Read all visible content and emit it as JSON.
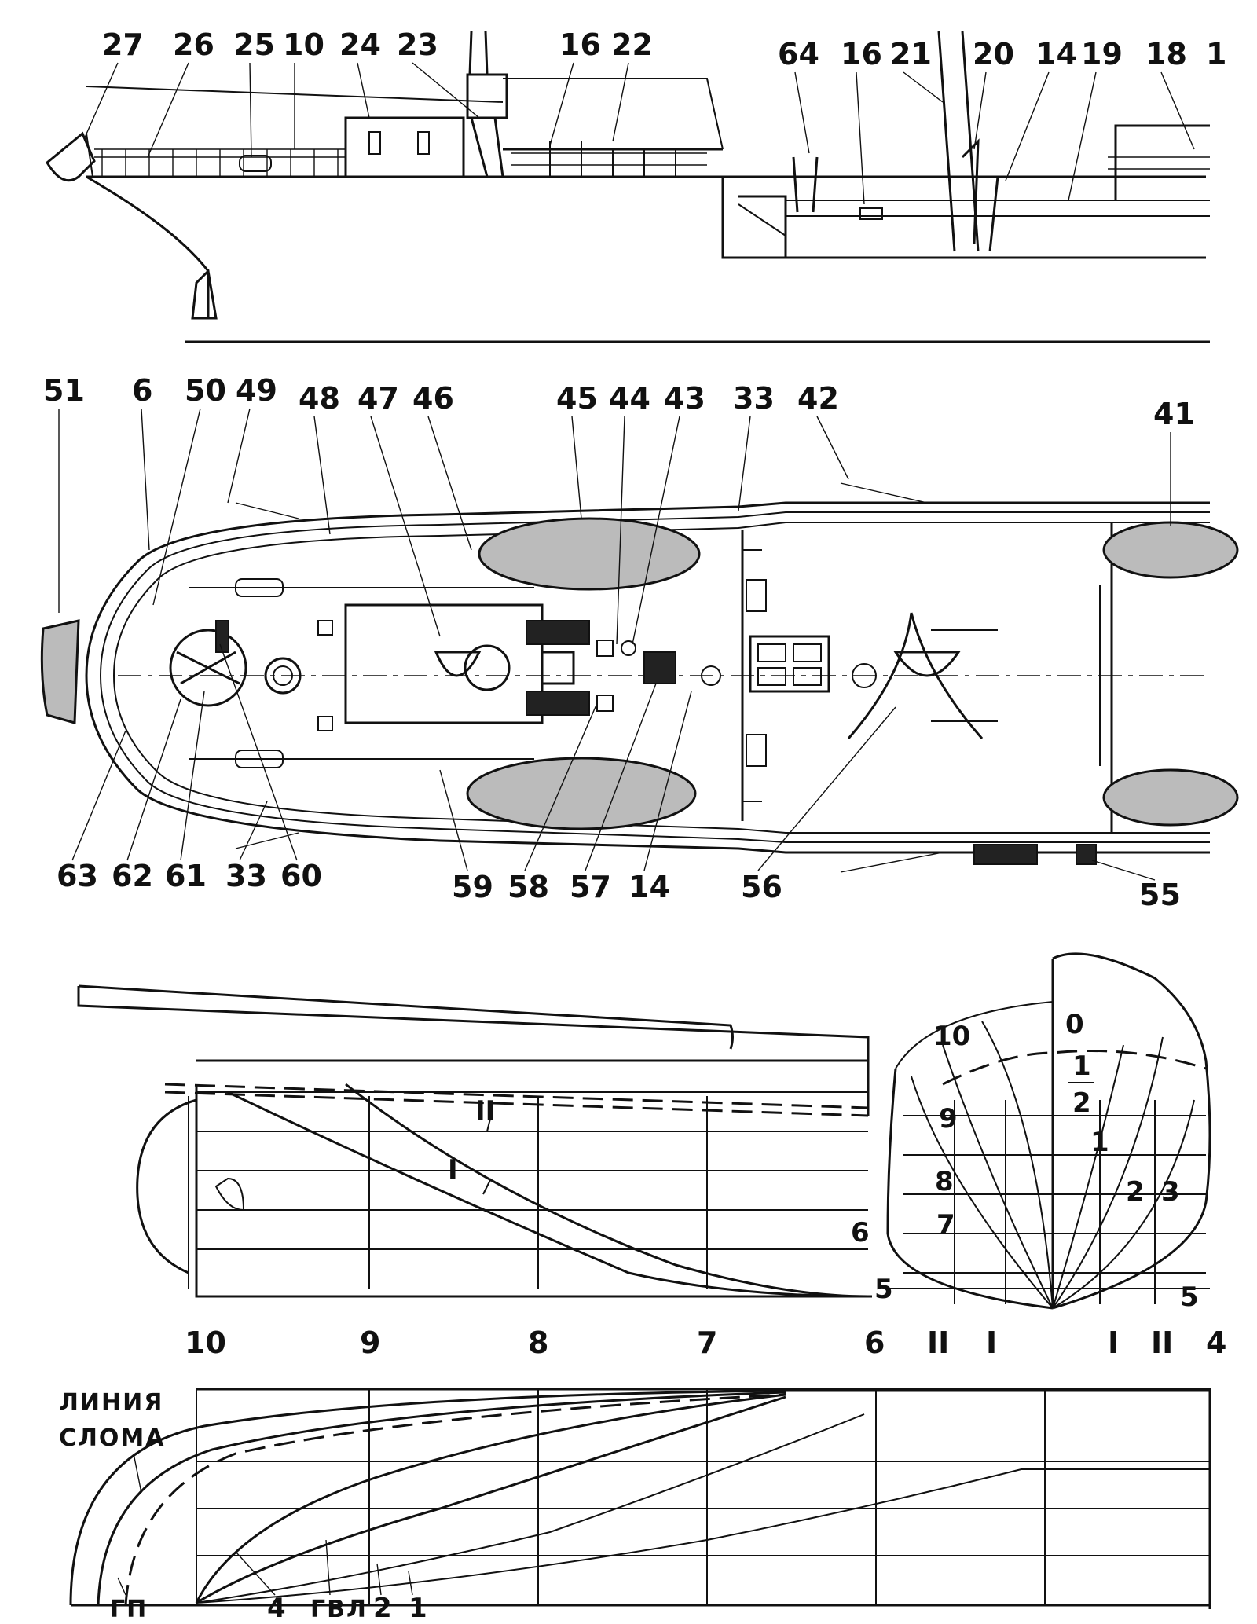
{
  "profile_view": {
    "labels": [
      "27",
      "26",
      "25",
      "10",
      "24",
      "23",
      "16",
      "22",
      "64",
      "16",
      "21",
      "20",
      "14",
      "19",
      "18",
      "1"
    ]
  },
  "deck_plan": {
    "top_labels": [
      "51",
      "6",
      "50",
      "49",
      "48",
      "47",
      "46",
      "45",
      "44",
      "43",
      "33",
      "42",
      "41"
    ],
    "bottom_labels": [
      "63",
      "62",
      "61",
      "33",
      "60",
      "59",
      "58",
      "57",
      "14",
      "56",
      "55"
    ]
  },
  "lines_drawing": {
    "body_plan_labels": [
      "10",
      "0",
      "9",
      "1",
      "8",
      "2",
      "3",
      "7",
      "6",
      "5",
      "5"
    ],
    "half_labels": [
      "1",
      "2"
    ],
    "station_labels": [
      "10",
      "9",
      "8",
      "7",
      "6",
      "II",
      "I",
      "I",
      "II",
      "4"
    ],
    "diagonal_labels": [
      "II",
      "I"
    ],
    "half_breadth_labels": [
      "ЛИНИЯ",
      "СЛОМА",
      "ГП",
      "4",
      "ГВЛ",
      "2",
      "1"
    ]
  }
}
